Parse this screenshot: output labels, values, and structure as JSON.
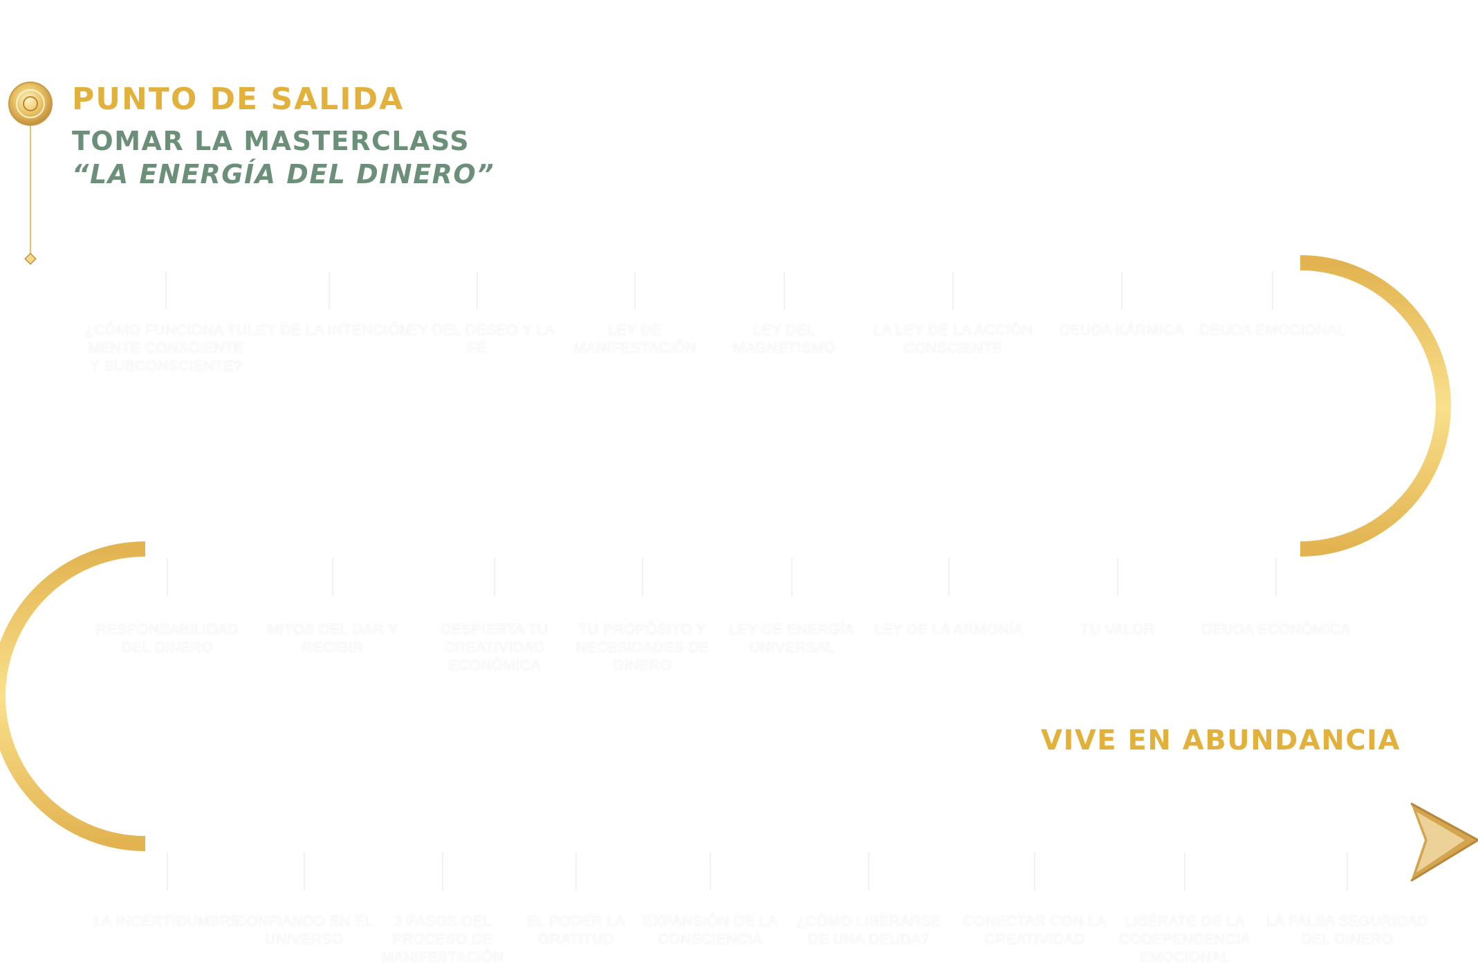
{
  "header": {
    "title": "PUNTO DE SALIDA",
    "subtitle": "TOMAR LA MASTERCLASS",
    "quote": "“LA ENERGÍA DEL DINERO”"
  },
  "end_label": "VIVE EN ABUNDANCIA",
  "colors": {
    "gold_light": "#f9df8a",
    "gold": "#e6bf55",
    "gold_dark": "#c3944a",
    "title_gold": "#e2b13c",
    "green": "#6b8f78",
    "label": "#ffffff"
  },
  "icons": {
    "start": "start-medallion-icon",
    "end": "arrow-head-icon"
  },
  "rows": [
    {
      "id": "row-1",
      "items": [
        "¿CÓMO FUNCIONA TU MENTE CONSCIENTE Y SUBCONSCIENTE?",
        "LEY DE LA INTENCIÓN",
        "LEY DEL DESEO Y LA FÉ",
        "LEY DE MANIFESTACIÓN",
        "LEY DEL MAGNETISMO",
        "LA LEY DE LA ACCIÓN CONSCIENTE",
        "DEUDA KÁRMICA",
        "DEUDA EMOCIONAL"
      ]
    },
    {
      "id": "row-2",
      "items": [
        "RESPONSABILIDAD DEL DINERO",
        "MITOS DEL DAR Y RECIBIR",
        "DESPIERTA TU CREATIVIDAD ECONÓMICA",
        "TU PROPÓSITO Y NECESIDADES DE DINERO",
        "LEY DE ENERGÍA UNIVERSAL",
        "LEY DE LA ARMONÍA",
        "TU VALOR",
        "DEUDA ECONÓMICA"
      ]
    },
    {
      "id": "row-3",
      "items": [
        "LA INCERTIDUMBRE",
        "CONFIANDO EN EL UNIVERSO",
        "3 PASOS DEL PROCESO DE MANIFESTACIÓN",
        "EL PODER LA GRATITUD",
        "EXPANSIÓN DE LA CONSCIENCIA",
        "¿CÓMO LIBERARSE DE UNA DEUDA?",
        "CONECTAR CON LA CREATIVIDAD",
        "LIBÉRATE DE LA CODEPENDENCIA EMOCIONAL",
        "LA FALSA SEGURIDAD DEL DINERO"
      ]
    }
  ]
}
